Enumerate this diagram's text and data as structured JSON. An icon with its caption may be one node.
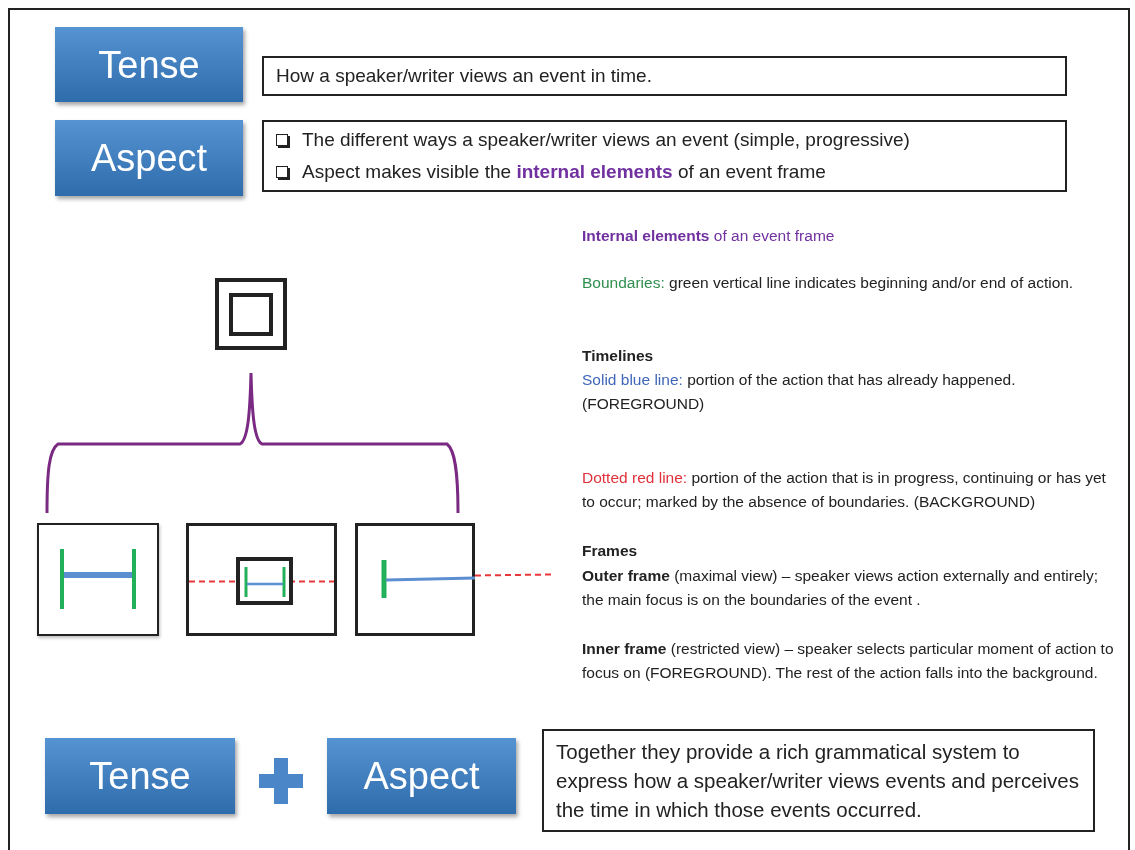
{
  "diagram": {
    "nodes": [
      {
        "text": [
          "Tense"
        ]
      },
      {
        "text": [
          "How a speaker/writer views an event in time."
        ]
      },
      {
        "text": [
          "Aspect"
        ]
      },
      {
        "text": [
          "The different ways a speaker/writer views an event (simple, progressive)",
          "Aspect makes visible the **internal elements** of an event frame"
        ]
      },
      {
        "text": [],
        "shape": "box"
      },
      {
        "text": [],
        "shape": "box"
      },
      {
        "text": [],
        "shape": "box"
      },
      {
        "text": [],
        "shape": "box"
      },
      {
        "text": [],
        "shape": "box",
        "in": 6
      },
      {
        "text": [
          "Tense"
        ]
      },
      {
        "text": [
          "Aspect"
        ]
      },
      {
        "text": [
          "Together they provide a rich grammatical system to express how a speaker/writer views events and perceives the time in which those events occurred."
        ]
      }
    ],
    "labels": [
      "**Internal elements** of an event frame",
      "Boundaries:",
      "green vertical line indicates beginning and/or end of action.",
      "Timelines",
      "Solid blue line:",
      "portion of the action that has already happened. (FOREGROUND)",
      "Dotted red line:",
      "portion of the action that is in progress, continuing or has yet to occur; marked by the absence of boundaries. (BACKGROUND)",
      "Frames",
      "**Outer frame** (maximal view) – speaker views action externally and entirely; the main focus is on the boundaries of the event .",
      "**Inner frame** (restricted view) – speaker selects particular moment of action to focus on (FOREGROUND). The rest of the action falls into the background."
    ]
  }
}
